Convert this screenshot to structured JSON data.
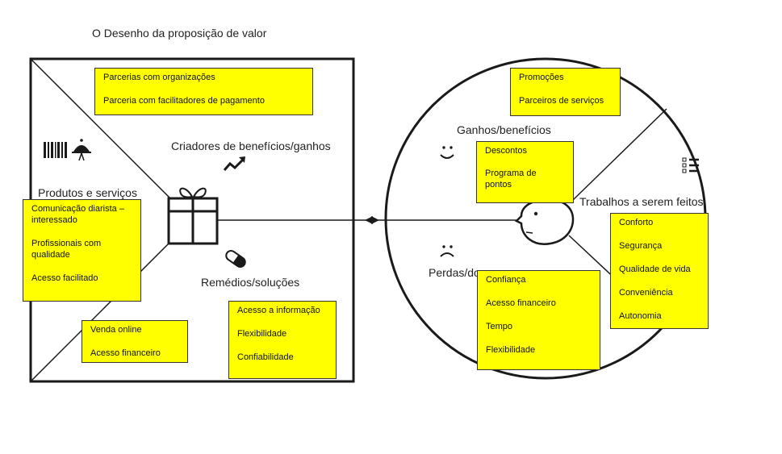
{
  "title": "O Desenho da proposição de valor",
  "square": {
    "labels": {
      "gain_creators": "Criadores de benefícios/ganhos",
      "products_services": "Produtos e serviços",
      "pain_relievers": "Remédios/soluções"
    },
    "notes": {
      "gain_creators": [
        "Parcerias com organizações",
        "Parceria com facilitadores de pagamento"
      ],
      "products_services": [
        "Comunicação diarista – interessado",
        "Profissionais com qualidade",
        "Acesso facilitado"
      ],
      "products_services_extra": [
        "Venda online",
        "Acesso financeiro"
      ],
      "pain_relievers": [
        "Acesso a informação",
        "Flexibilidade",
        "Confiabilidade"
      ]
    }
  },
  "circle": {
    "labels": {
      "gains": "Ganhos/benefícios",
      "pains": "Perdas/dores",
      "jobs": "Trabalhos a serem feitos"
    },
    "notes": {
      "gains_top": [
        "Promoções",
        "Parceiros de serviços"
      ],
      "gains": [
        "Descontos",
        "Programa de pontos"
      ],
      "jobs": [
        "Conforto",
        "Segurança",
        "Qualidade de vida",
        "Conveniência",
        "Autonomia"
      ],
      "pains": [
        "Confiança",
        "Acesso financeiro",
        "Tempo",
        "Flexibilidade"
      ]
    }
  },
  "icons": [
    "barcode-icon",
    "cloche-icon",
    "growth-arrow-icon",
    "gift-icon",
    "pill-icon",
    "smile-icon",
    "frown-icon",
    "checklist-icon",
    "face-profile-icon"
  ],
  "colors": {
    "note_fill": "#ffff00",
    "line": "#222222"
  }
}
